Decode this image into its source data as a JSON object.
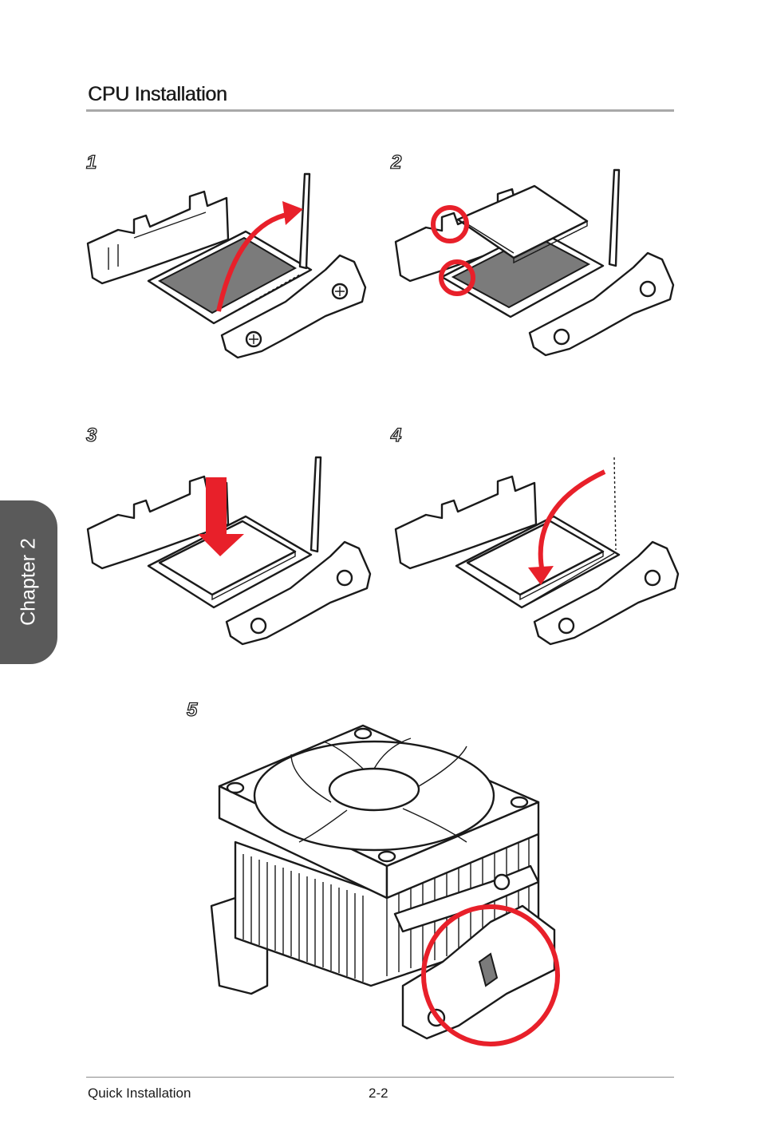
{
  "header": {
    "title": "CPU Installation"
  },
  "steps": [
    "1",
    "2",
    "3",
    "4",
    "5"
  ],
  "side_tab": {
    "label": "Chapter 2"
  },
  "footer": {
    "section": "Quick Installation",
    "page": "2-2"
  },
  "colors": {
    "accent_red": "#e8202a",
    "tab_gray": "#5a5a5a",
    "rule_gray": "#a9a9a9"
  }
}
